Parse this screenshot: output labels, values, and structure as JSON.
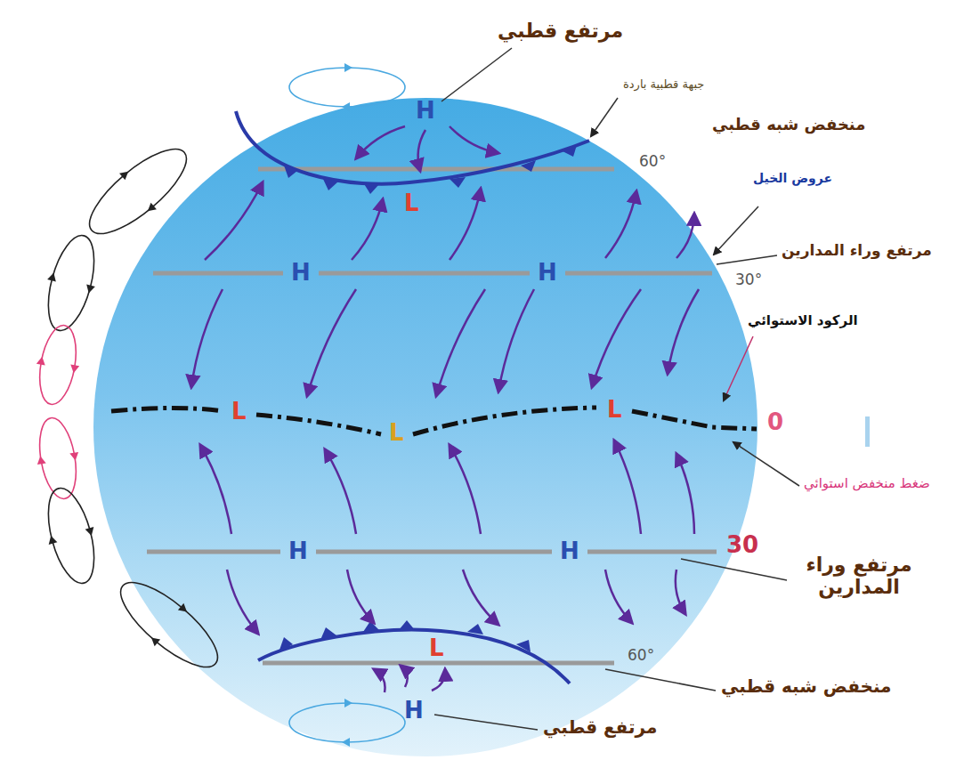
{
  "diagram": {
    "labels": [
      "مرتفع قطبي",
      "جبهة قطبية باردة",
      "منخفض شبه قطبي",
      "60°",
      "عروض الخيل",
      "مرتفع وراء المدارين",
      "30°",
      "الركود الاستوائي",
      "0",
      "ضغط منخفض استوائي",
      "30",
      "مرتفع وراء المدارين",
      "60°",
      "منخفض شبه قطبي",
      "مرتفع قطبي",
      "H",
      "L",
      "H",
      "H",
      "L",
      "L",
      "L",
      "H",
      "H",
      "L",
      "H"
    ]
  }
}
